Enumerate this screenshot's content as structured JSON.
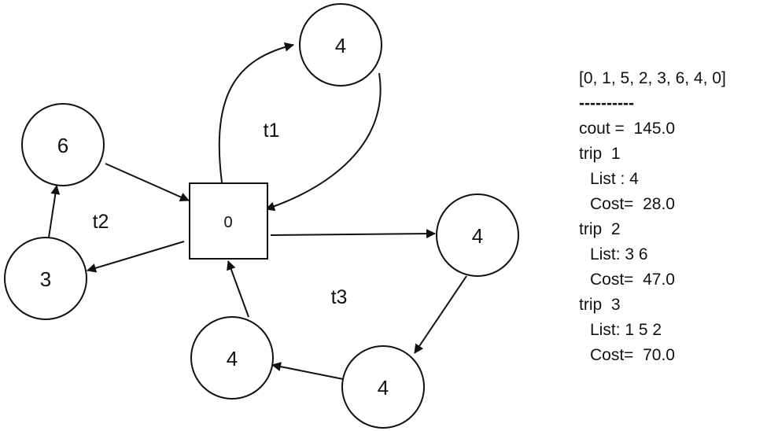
{
  "nodes": {
    "n4_top": "4",
    "n6": "6",
    "n3": "3",
    "n4_right": "4",
    "n4_bottom_left": "4",
    "n4_bottom_right": "4",
    "depot": "0"
  },
  "trip_tags": {
    "t1": "t1",
    "t2": "t2",
    "t3": "t3"
  },
  "info": {
    "route": "[0, 1, 5, 2, 3, 6, 4, 0]",
    "separator": "----------",
    "total_cost": "cout =  145.0",
    "trips": [
      {
        "title": "trip  1",
        "list": "List : 4",
        "cost": "Cost=  28.0"
      },
      {
        "title": "trip  2",
        "list": "List: 3 6",
        "cost": "Cost=  47.0"
      },
      {
        "title": "trip  3",
        "list": "List: 1 5 2",
        "cost": "Cost=  70.0"
      }
    ]
  }
}
